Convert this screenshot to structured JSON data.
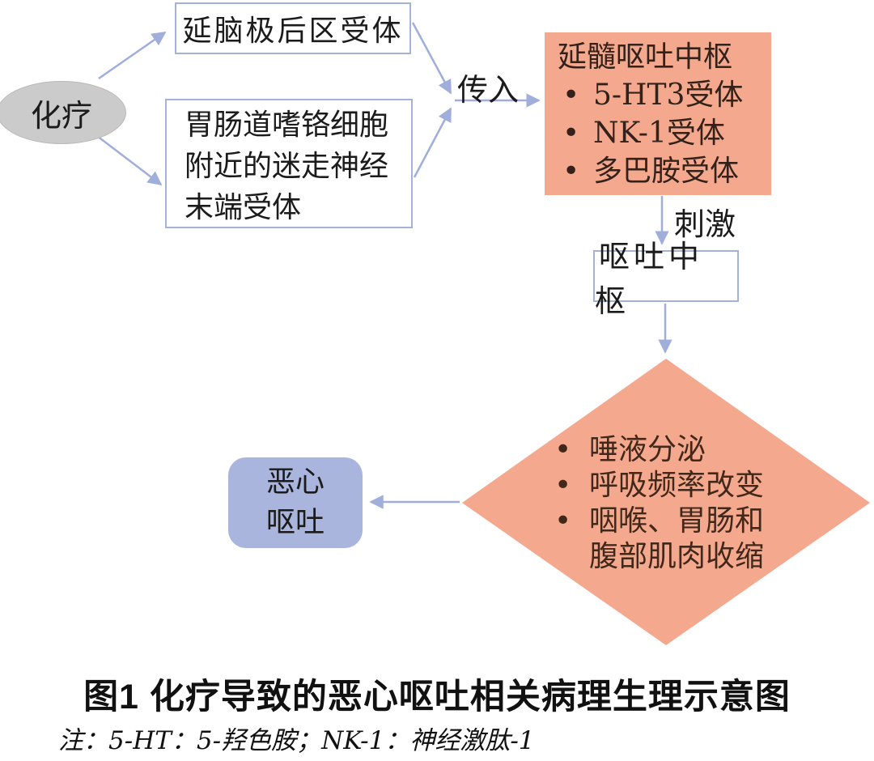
{
  "colors": {
    "salmon": "#f4a98e",
    "periwinkle": "#a9b5dd",
    "arrow": "#9faedb",
    "box_border": "#a3b2d6",
    "ellipse_gray": "#cbcbcb",
    "diamond_text": "#42281a"
  },
  "nodes": {
    "chemo": {
      "label": "化疗"
    },
    "area_postrema": {
      "label": "延脑极后区受体"
    },
    "gi_vagal": {
      "label": "胃肠道嗜铬细胞附近的迷走神经末端受体"
    },
    "medulla": {
      "title": "延髓呕吐中枢",
      "items": [
        {
          "label": "5-HT3受体"
        },
        {
          "label": "NK-1受体"
        },
        {
          "label": "多巴胺受体"
        }
      ]
    },
    "vomit_center": {
      "label": "呕吐中枢"
    },
    "effects": {
      "items": [
        {
          "label": "唾液分泌"
        },
        {
          "label": "呼吸频率改变"
        },
        {
          "label": "咽喉、胃肠和腹部肌肉收缩"
        }
      ]
    },
    "nausea": {
      "label": "恶心\n呕吐"
    }
  },
  "edges": {
    "afferent_label": "传入",
    "stimulate_label": "刺激"
  },
  "figure": {
    "caption": "图1 化疗导致的恶心呕吐相关病理生理示意图",
    "note": "注：5-HT：5-羟色胺；NK-1：神经激肽-1"
  }
}
